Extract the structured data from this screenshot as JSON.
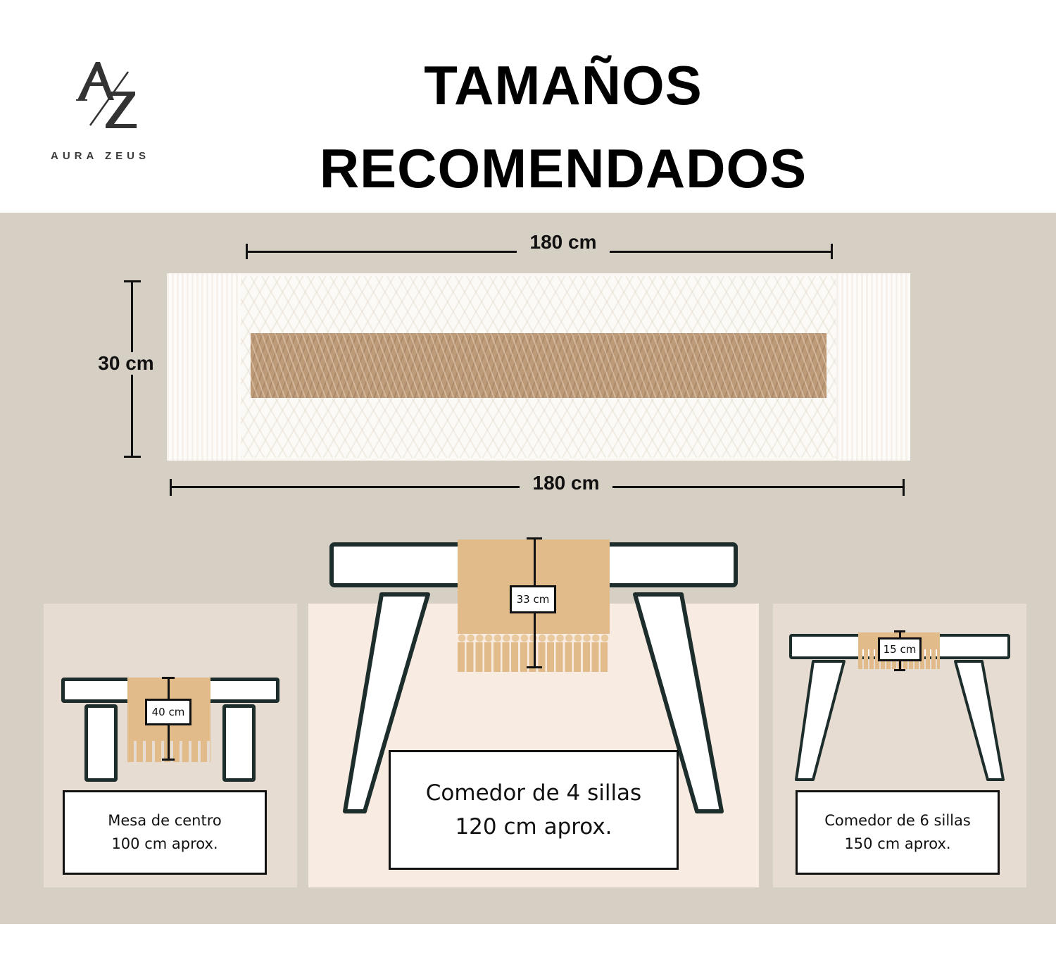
{
  "brand": {
    "logo_monogram": "A/Z",
    "name": "AURA ZEUS"
  },
  "header": {
    "title_line1": "TAMAÑOS",
    "title_line2": "RECOMENDADOS"
  },
  "runner": {
    "length_top_label": "180 cm",
    "width_label": "30 cm",
    "length_bottom_label": "180 cm"
  },
  "tables": [
    {
      "id": "coffee-table",
      "drop_label": "40 cm",
      "caption_line1": "Mesa de centro",
      "caption_line2": "100 cm aprox."
    },
    {
      "id": "dining-4",
      "drop_label": "33 cm",
      "caption_line1": "Comedor de 4 sillas",
      "caption_line2": "120 cm aprox."
    },
    {
      "id": "dining-6",
      "drop_label": "15 cm",
      "caption_line1": "Comedor de 6 sillas",
      "caption_line2": "150 cm aprox."
    }
  ],
  "colors": {
    "band_bg": "#d6cfc4",
    "panel_side_bg": "#e6dcd1",
    "panel_mid_bg": "#f8ebe2",
    "runner_accent": "#e2bb8a",
    "table_outline": "#1d2d2c"
  }
}
